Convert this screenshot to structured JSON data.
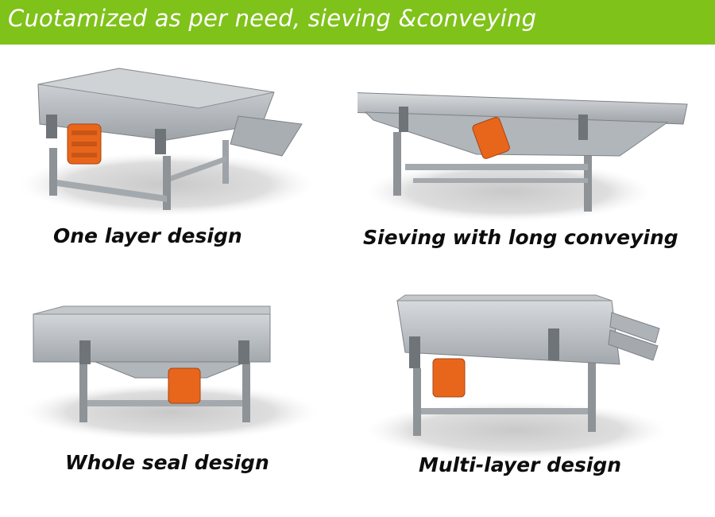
{
  "header": {
    "title": "Cuotamized as per need, sieving &conveying",
    "color": "#7fc21a"
  },
  "products": [
    {
      "caption": "One layer design",
      "icon": "one-layer-sieve-machine"
    },
    {
      "caption": "Sieving with long conveying",
      "icon": "long-conveying-sieve-machine"
    },
    {
      "caption": "Whole seal design",
      "icon": "whole-seal-sieve-machine"
    },
    {
      "caption": "Multi-layer design",
      "icon": "multi-layer-sieve-machine"
    }
  ],
  "colors": {
    "steel": "#b8bcc0",
    "motor": "#e8661c",
    "shadow": "#d6d6d6"
  }
}
